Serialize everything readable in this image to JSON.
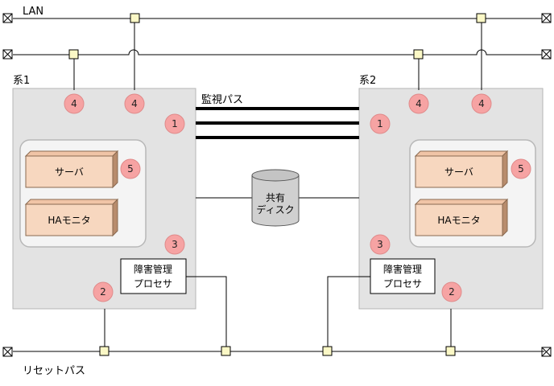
{
  "labels": {
    "lan": "LAN",
    "reset_path": "リセットパス",
    "monitor_path": "監視パス",
    "system1": "系1",
    "system2": "系2"
  },
  "system1": {
    "server": "サーバ",
    "ha_monitor": "HAモニタ",
    "fault_mgmt_line1": "障害管理",
    "fault_mgmt_line2": "プロセサ"
  },
  "system2": {
    "server": "サーバ",
    "ha_monitor": "HAモニタ",
    "fault_mgmt_line1": "障害管理",
    "fault_mgmt_line2": "プロセサ"
  },
  "shared_disk": {
    "line1": "共有",
    "line2": "ディスク"
  },
  "badges": {
    "b1": "1",
    "b2": "2",
    "b3": "3",
    "b4": "4",
    "b5": "5"
  },
  "colors": {
    "system_fill": "#e3e3e3",
    "box_fill": "#f7d7bf",
    "badge_fill": "#f6a3a3",
    "connector_fill": "#fbf8c6"
  }
}
